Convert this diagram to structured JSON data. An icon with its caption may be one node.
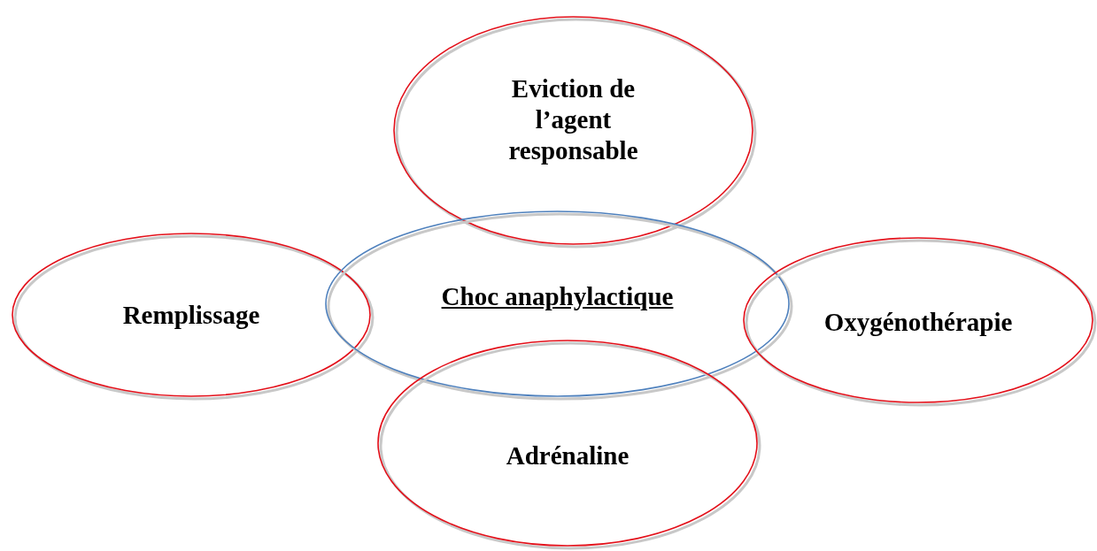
{
  "diagram": {
    "nodes": [
      {
        "text": [
          "Eviction de l’agent responsable"
        ]
      },
      {
        "text": [
          "Remplissage"
        ]
      },
      {
        "text": [
          "Choc anaphylactique"
        ]
      },
      {
        "text": [
          "Oxygénothérapie"
        ]
      },
      {
        "text": [
          "Adrénaline"
        ]
      }
    ],
    "edges": []
  }
}
